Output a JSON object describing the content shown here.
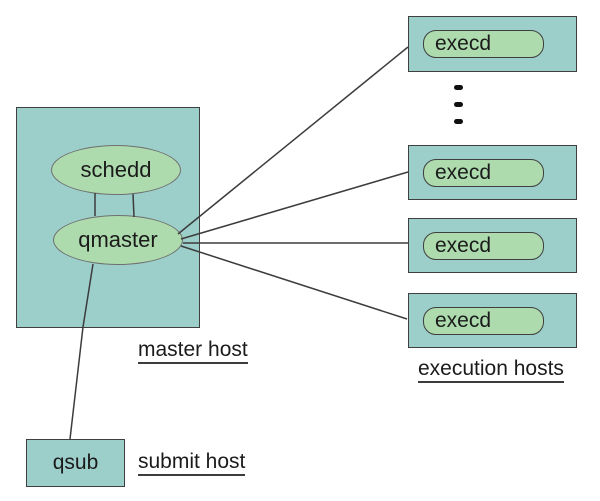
{
  "diagram": {
    "master_host": {
      "label": "master host",
      "daemons": [
        {
          "label": "schedd"
        },
        {
          "label": "qmaster"
        }
      ]
    },
    "execution_hosts": {
      "label": "execution hosts",
      "boxes": [
        {
          "label": "execd"
        },
        {
          "label": "execd"
        },
        {
          "label": "execd"
        },
        {
          "label": "execd"
        }
      ],
      "ellipsis": "more execution hosts"
    },
    "submit_host": {
      "label": "submit host",
      "command_label": "qsub"
    }
  },
  "colors": {
    "host_fill": "#9CCFCA",
    "daemon_fill": "#ADDBAD",
    "box_border": "#3F3F3F",
    "ellipse_border": "#707070",
    "line": "#3C3C3C",
    "text": "#1B1B1B",
    "background": "#FFFFFF"
  }
}
